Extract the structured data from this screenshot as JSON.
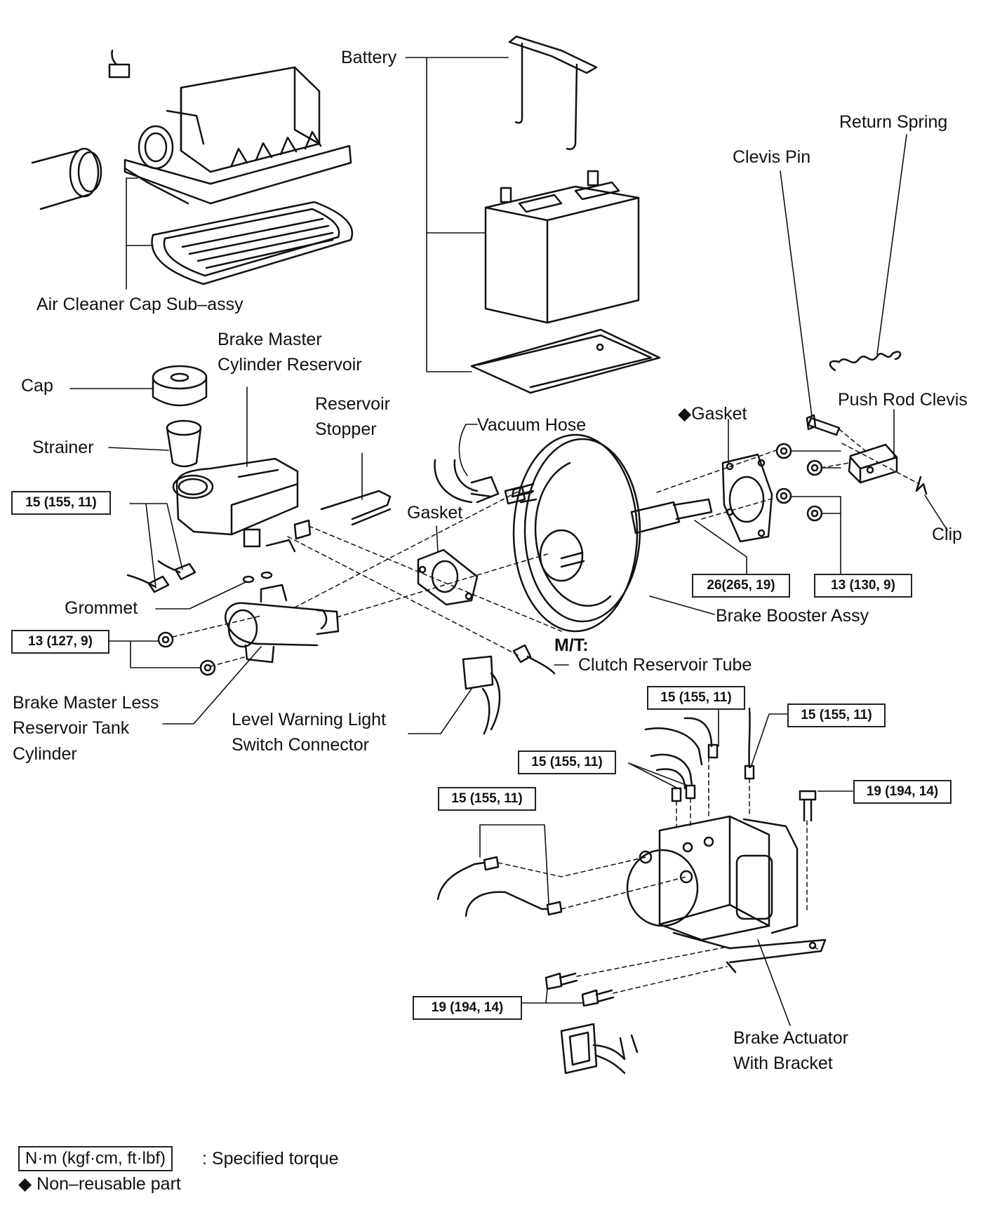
{
  "labels": {
    "battery": "Battery",
    "return_spring": "Return Spring",
    "clevis_pin": "Clevis Pin",
    "air_cleaner": "Air Cleaner Cap Sub–assy",
    "brake_master_reservoir_1": "Brake Master",
    "brake_master_reservoir_2": "Cylinder Reservoir",
    "reservoir_stopper_1": "Reservoir",
    "reservoir_stopper_2": "Stopper",
    "cap": "Cap",
    "strainer": "Strainer",
    "vacuum_hose": "Vacuum Hose",
    "gasket_right": "◆Gasket",
    "push_rod_clevis": "Push Rod Clevis",
    "gasket_center": "Gasket",
    "clip": "Clip",
    "grommet": "Grommet",
    "brake_booster": "Brake Booster Assy",
    "mt": "M/T:",
    "clutch_tube": "Clutch Reservoir Tube",
    "brake_master_less_1": "Brake Master Less",
    "brake_master_less_2": "Reservoir Tank",
    "brake_master_less_3": "Cylinder",
    "level_warning_1": "Level Warning Light",
    "level_warning_2": "Switch Connector",
    "brake_actuator_1": "Brake Actuator",
    "brake_actuator_2": "With Bracket"
  },
  "torques": {
    "reservoir": "15 (155, 11)",
    "booster_rod": "26(265, 19)",
    "booster_nuts": "13 (130, 9)",
    "master_cyl": "13 (127, 9)",
    "tube_top": "15 (155, 11)",
    "tube_top_right": "15 (155, 11)",
    "tube_mid": "15 (155, 11)",
    "actuator_bolt": "19 (194, 14)",
    "tube_left": "15 (155, 11)",
    "bracket_bolts": "19 (194, 14)"
  },
  "legend": {
    "unit_box": "N·m (kgf·cm, ft·lbf)",
    "unit_text": ": Specified torque",
    "nonreusable": "◆ Non–reusable part"
  }
}
